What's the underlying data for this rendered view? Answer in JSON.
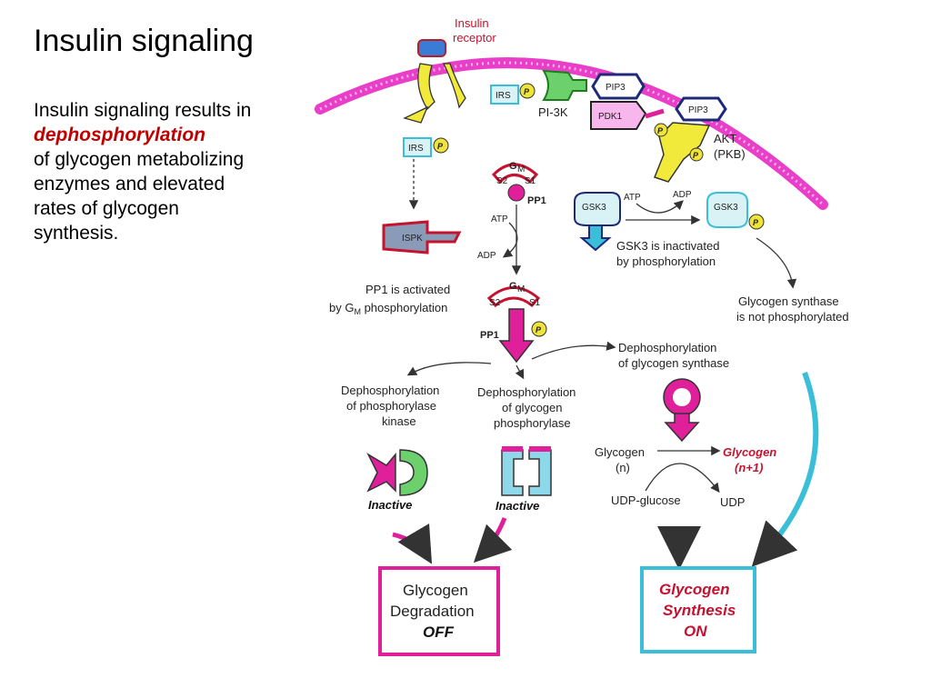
{
  "title": "Insulin signaling",
  "body": {
    "line1": "Insulin signaling results in",
    "emphasis": "dephosphorylation",
    "line2": "of glycogen metabolizing enzymes and elevated rates of glycogen synthesis."
  },
  "diagram": {
    "insulin_receptor": [
      "Insulin",
      "receptor"
    ],
    "irs": "IRS",
    "pi3k": "PI-3K",
    "pip3": "PIP3",
    "pdk1": "PDK1",
    "akt": [
      "AKT",
      "(PKB)"
    ],
    "p": "P",
    "gsk3": "GSK3",
    "atp": "ATP",
    "adp": "ADP",
    "gsk3_inactivated": [
      "GSK3 is inactivated",
      "by phosphorylation"
    ],
    "gs_not_phos": [
      "Glycogen synthase",
      "is not phosphorylated"
    ],
    "gm": "G",
    "gm_sub": "M",
    "s1": "S1",
    "s2": "S2",
    "pp1": "PP1",
    "ispk": "ISPK",
    "pp1_activated": [
      "PP1 is activated",
      "by G",
      "M",
      " phosphorylation"
    ],
    "dephos_gs": [
      "Dephosphorylation",
      "of glycogen synthase"
    ],
    "dephos_pk": [
      "Dephosphorylation",
      "of phosphorylase",
      "kinase"
    ],
    "dephos_gp": [
      "Dephosphorylation",
      "of glycogen",
      "phosphorylase"
    ],
    "glycogen_n": [
      "Glycogen",
      "(n)"
    ],
    "glycogen_n1": [
      "Glycogen",
      "(n+1)"
    ],
    "udp_glucose": "UDP-glucose",
    "udp": "UDP",
    "inactive": "Inactive",
    "degradation_box": [
      "Glycogen",
      "Degradation",
      "OFF"
    ],
    "synthesis_box": [
      "Glycogen",
      "Synthesis",
      "ON"
    ]
  },
  "colors": {
    "membrane": "#e83ec8",
    "accent_red": "#c4122f",
    "pp1_magenta": "#e01f9a",
    "cyan": "#3bbfd9",
    "yellow": "#f2ea3a",
    "p_circle": "#f0e33a"
  }
}
